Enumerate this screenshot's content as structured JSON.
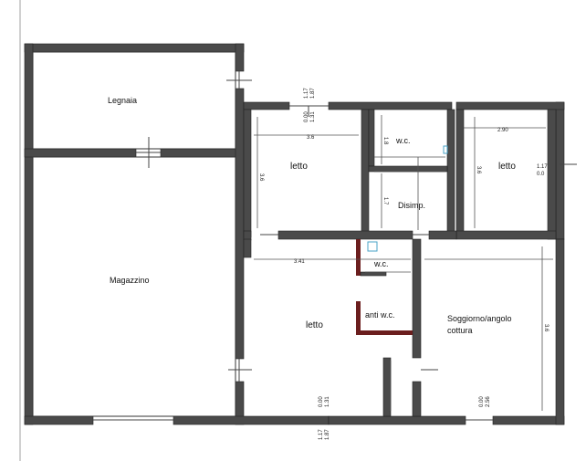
{
  "rooms": {
    "legnaia": "Legnaia",
    "magazzino": "Magazzino",
    "letto_top": "letto",
    "wc_top": "w.c.",
    "letto_right": "letto",
    "disimp": "Disimp.",
    "wc_small": "w.c.",
    "anti_wc": "anti w.c.",
    "letto_bottom": "letto",
    "soggiorno_line1": "Soggiorno/angolo",
    "soggiorno_line2": "cottura"
  },
  "dimensions": {
    "letto_top_width": "3.6",
    "letto_top_height": "3.6",
    "letto_right_width": "2.90",
    "letto_right_height": "3.6",
    "wc_top_height": "1.8",
    "disimp_height": "1.7",
    "letto_bottom_width": "3.41",
    "soggiorno_height": "3.6"
  },
  "windows": {
    "top_center_a": "1.17",
    "top_center_b": "1.87",
    "top_center_c": "0.00",
    "top_center_d": "1.31",
    "bottom_center_a": "0.00",
    "bottom_center_b": "1.31",
    "bottom_left_a": "1.17",
    "bottom_left_b": "1.87",
    "bottom_right_a": "0.00",
    "bottom_right_b": "2.56",
    "right_side_a": "1.17",
    "right_side_b": "0.0"
  }
}
